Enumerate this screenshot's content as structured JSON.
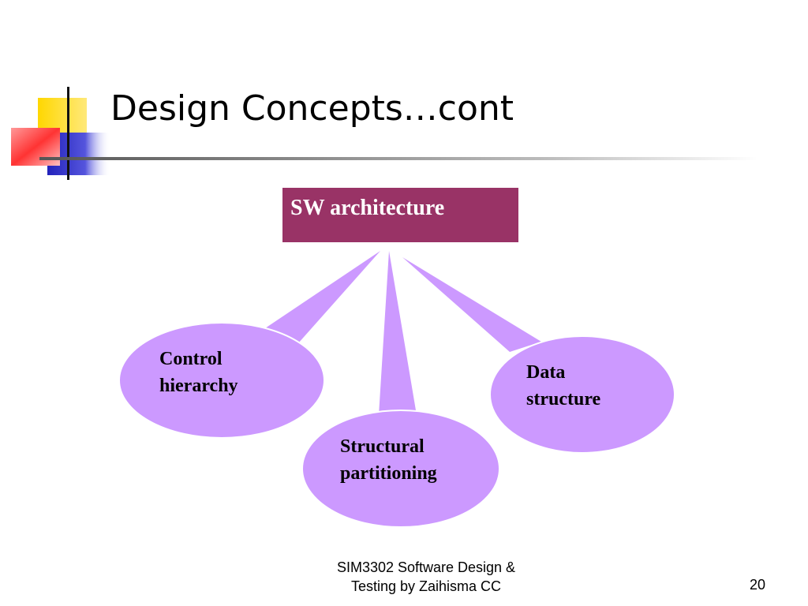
{
  "slide": {
    "title": "Design Concepts…cont"
  },
  "diagram": {
    "root": "SW architecture",
    "nodes": [
      {
        "line1": "Control",
        "line2": "hierarchy"
      },
      {
        "line1": "Structural",
        "line2": "partitioning"
      },
      {
        "line1": "Data",
        "line2": "structure"
      }
    ],
    "colors": {
      "root_fill": "#993366",
      "node_fill": "#CC99FF",
      "node_stroke": "#ffffff"
    }
  },
  "footer": {
    "line1": "SIM3302 Software Design &",
    "line2": "Testing by Zaihisma CC",
    "page_number": "20"
  },
  "decoration": {
    "colors": {
      "yellow": "#FFD700",
      "red": "#FF3333",
      "blue": "#3333CC"
    }
  }
}
